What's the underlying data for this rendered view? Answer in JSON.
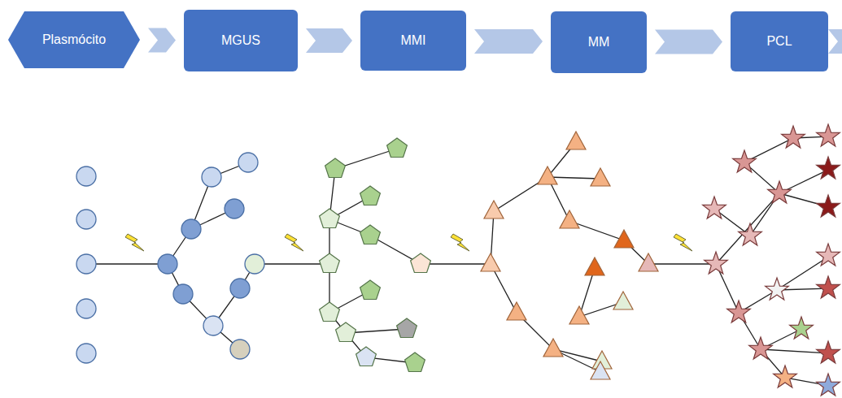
{
  "diagram": {
    "nodes": [
      {
        "text": [
          "Plasmócito"
        ]
      },
      {
        "text": [
          "MGUS"
        ]
      },
      {
        "text": [
          "MMI"
        ]
      },
      {
        "text": [
          "MM"
        ]
      },
      {
        "text": [
          "PCL"
        ]
      }
    ],
    "edges": [
      {
        "from": 0,
        "to": 1,
        "arrow": "to"
      },
      {
        "from": 1,
        "to": 2,
        "arrow": "to"
      },
      {
        "from": 2,
        "to": 3,
        "arrow": "to"
      },
      {
        "from": 3,
        "to": 4,
        "arrow": "to"
      }
    ]
  }
}
